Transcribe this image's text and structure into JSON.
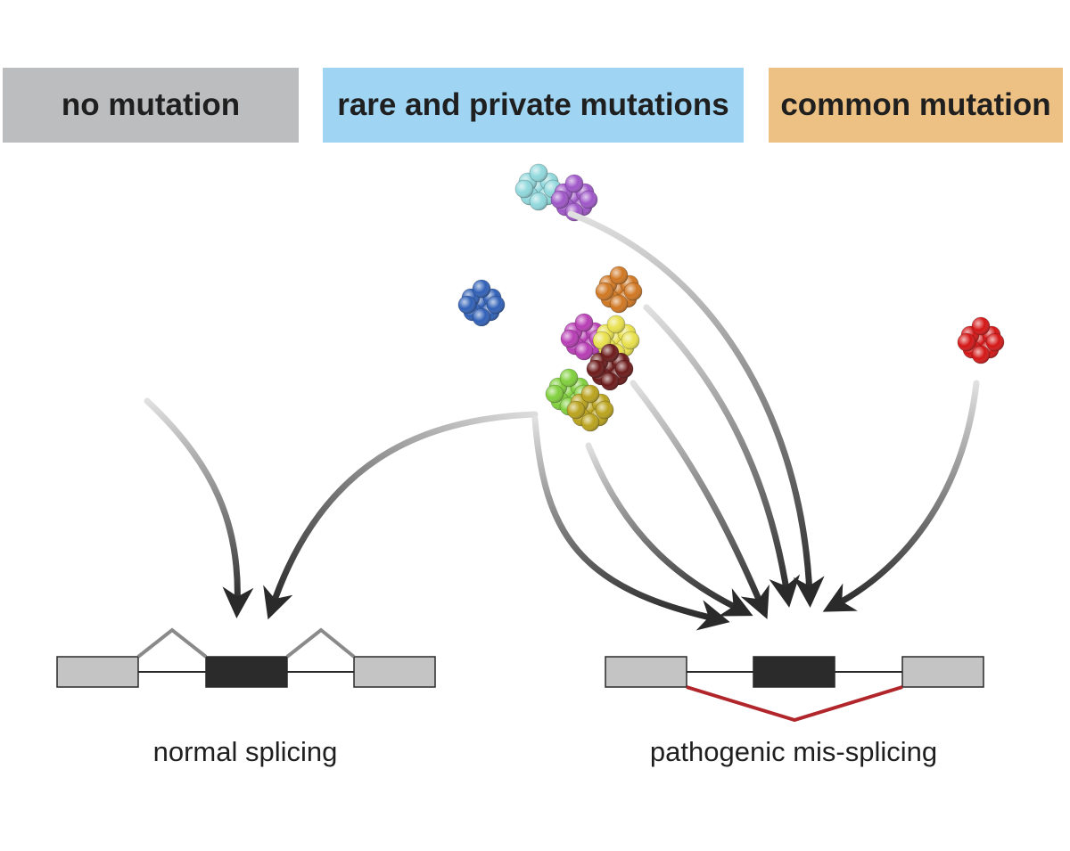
{
  "headers": {
    "no_mutation": "no mutation",
    "rare_private": "rare and private mutations",
    "common": "common mutation"
  },
  "colors": {
    "no_mutation_bg": "#bcbdbf",
    "rare_private_bg": "#9fd4f3",
    "common_bg": "#edc083",
    "exon_outer": "#c4c4c4",
    "exon_middle": "#2b2b2b",
    "normal_junction": "#8a8a8a",
    "missplice_junction": "#b1262b"
  },
  "mutation_colors": [
    "#8fd8dc",
    "#9e55c8",
    "#2f5fb7",
    "#d07620",
    "#b73bb4",
    "#e8e04a",
    "#6b1818",
    "#7fcf3a",
    "#b9a21a"
  ],
  "common_mutation_color": "#d41414",
  "captions": {
    "normal": "normal splicing",
    "pathogenic": "pathogenic mis-splicing"
  }
}
